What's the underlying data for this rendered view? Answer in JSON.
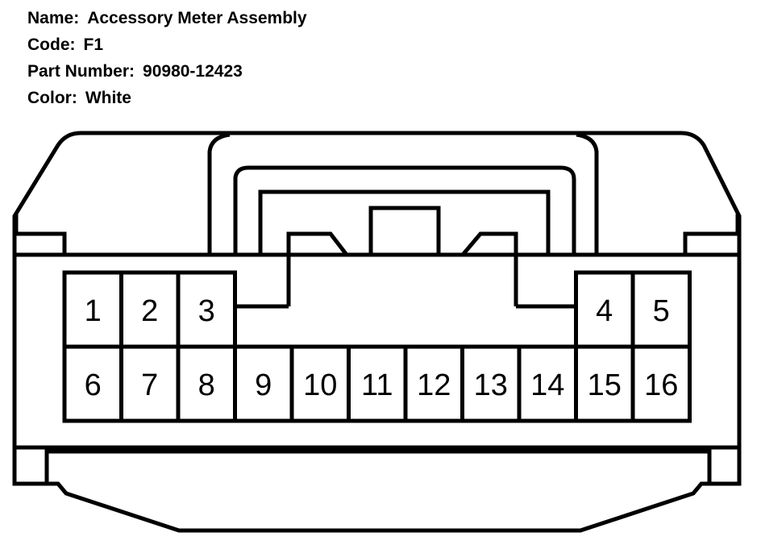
{
  "info": {
    "name_label": "Name:",
    "name_value": "Accessory Meter Assembly",
    "code_label": "Code:",
    "code_value": "F1",
    "part_label": "Part Number:",
    "part_value": "90980-12423",
    "color_label": "Color:",
    "color_value": "White"
  },
  "pins": {
    "row1": [
      "1",
      "2",
      "3",
      "4",
      "5"
    ],
    "row2": [
      "6",
      "7",
      "8",
      "9",
      "10",
      "11",
      "12",
      "13",
      "14",
      "15",
      "16"
    ]
  },
  "colors": {
    "line": "#000000",
    "background": "#ffffff"
  }
}
